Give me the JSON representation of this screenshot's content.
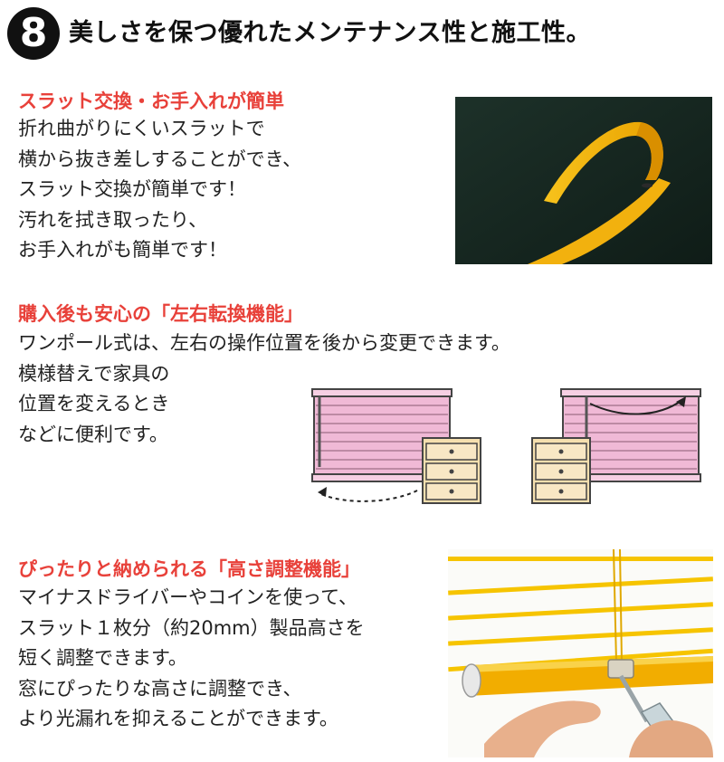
{
  "header": {
    "number": "8",
    "title": "美しさを保つ優れたメンテナンス性と施工性。"
  },
  "sections": [
    {
      "heading": "スラット交換・お手入れが簡単",
      "lines": [
        "折れ曲がりにくいスラットで",
        "横から抜き差しすることができ、",
        "スラット交換が簡単です！",
        "汚れを拭き取ったり、",
        "お手入れがも簡単です！"
      ]
    },
    {
      "heading": "購入後も安心の「左右転換機能」",
      "lines": [
        "ワンポール式は、左右の操作位置を後から変更できます。",
        "模様替えで家具の",
        "位置を変えるとき",
        "などに便利です。"
      ]
    },
    {
      "heading": "ぴったりと納められる「高さ調整機能」",
      "lines": [
        "マイナスドライバーやコインを使って、",
        "スラット１枚分（約20mm）製品高さを",
        "短く調整できます。",
        "窓にぴったりな高さに調整でき、",
        "より光漏れを抑えることができます。"
      ]
    }
  ],
  "colors": {
    "heading": "#e8413a",
    "slat_yellow": "#f5b50a",
    "blind_pink": "#f0b9d6",
    "drawer_beige": "#f5dfae",
    "photo_dark": "#16261f"
  }
}
